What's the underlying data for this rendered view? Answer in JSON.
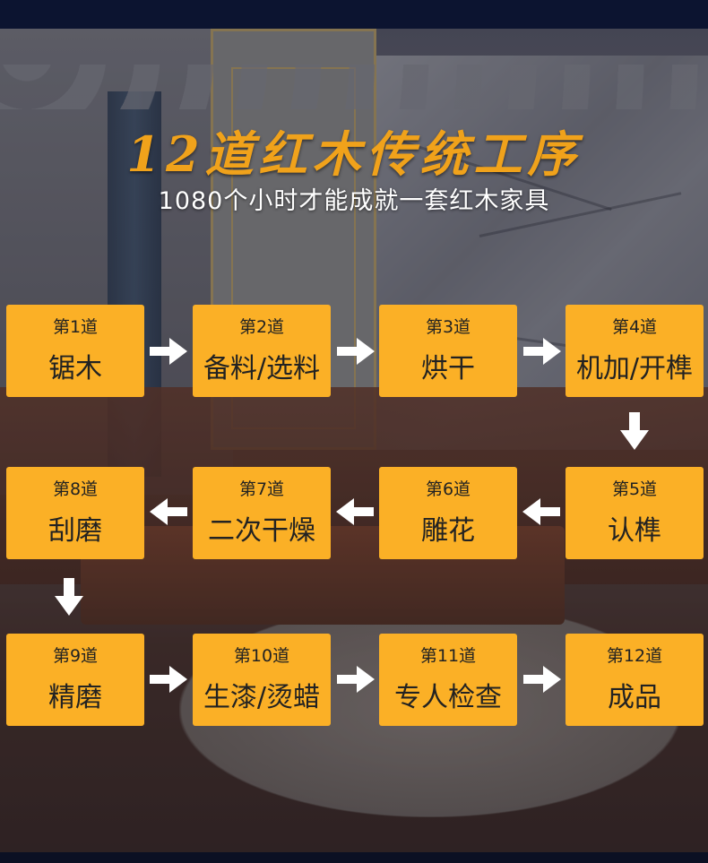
{
  "title": "12道红木传统工序",
  "subtitle": "1080个小时才能成就一套红木家具",
  "colors": {
    "step_box": "#fbb026",
    "title": "#f0a21b",
    "arrow": "#ffffff"
  },
  "steps": [
    {
      "num": "第1道",
      "name": "锯木"
    },
    {
      "num": "第2道",
      "name": "备料/选料"
    },
    {
      "num": "第3道",
      "name": "烘干"
    },
    {
      "num": "第4道",
      "name": "机加/开榫"
    },
    {
      "num": "第5道",
      "name": "认榫"
    },
    {
      "num": "第6道",
      "name": "雕花"
    },
    {
      "num": "第7道",
      "name": "二次干燥"
    },
    {
      "num": "第8道",
      "name": "刮磨"
    },
    {
      "num": "第9道",
      "name": "精磨"
    },
    {
      "num": "第10道",
      "name": "生漆/烫蜡"
    },
    {
      "num": "第11道",
      "name": "专人检查"
    },
    {
      "num": "第12道",
      "name": "成品"
    }
  ]
}
